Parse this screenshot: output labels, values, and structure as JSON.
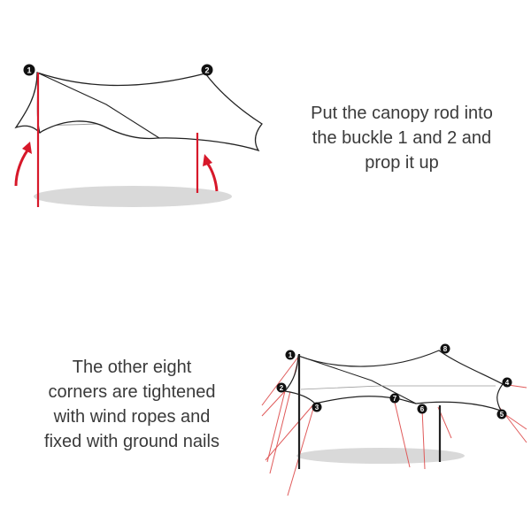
{
  "step1": {
    "caption_lines": [
      "Put the canopy rod into",
      "the buckle 1 and 2 and",
      "prop it up"
    ],
    "markers": [
      "1",
      "2"
    ]
  },
  "step2": {
    "caption_lines": [
      "The other eight",
      "corners are tightened",
      "with wind ropes and",
      "fixed with ground nails"
    ],
    "markers": [
      "1",
      "2",
      "3",
      "4",
      "5",
      "6",
      "7",
      "8"
    ]
  },
  "colors": {
    "pole": "#d7182a",
    "rope": "#e05a5a",
    "arrow": "#d7182a",
    "outline": "#222222",
    "shadow": "#d9d9d9",
    "text": "#3a3a3a"
  }
}
